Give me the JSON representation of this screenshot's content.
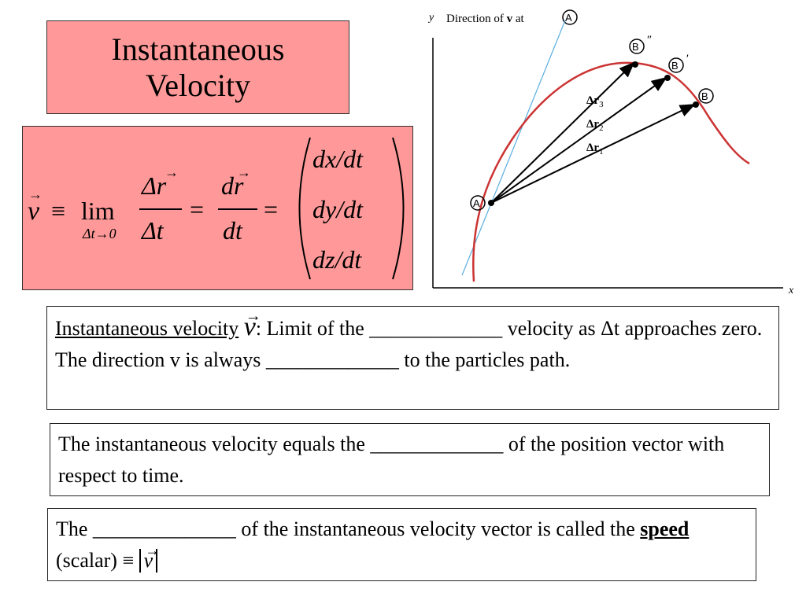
{
  "slide": {
    "title": "Instantaneous Velocity",
    "formula": {
      "v": "v",
      "equiv": "≡",
      "lim": "lim",
      "lim_sub": "Δt→0",
      "num1": "Δr",
      "den1": "Δt",
      "num2": "dr",
      "den2": "dt",
      "eq": "=",
      "row1": "dx/dt",
      "row2": "dy/dt",
      "row3": "dz/dt"
    },
    "graph": {
      "y_axis": "y",
      "x_axis": "x",
      "direction_label": "Direction of",
      "direction_bold": "v",
      "direction_at": "at",
      "point_A": "A",
      "point_B": "B",
      "B1_mark": "′",
      "B2_mark": "″",
      "dr1": "Δr",
      "dr1_sub": "1",
      "dr2": "Δr",
      "dr2_sub": "2",
      "dr3": "Δr",
      "dr3_sub": "3",
      "curve_color": "#cc3333",
      "tangent_color": "#5aaee0"
    },
    "box1": {
      "label": "Instantaneous velocity",
      "v_sym": "v",
      "text": ": Limit of the _____________ velocity as Δt approaches zero.  The direction v is always _____________ to the particles path."
    },
    "box2": {
      "text": "The instantaneous velocity equals the _____________ of the position vector with respect to time."
    },
    "box3": {
      "pre": "The ______________ of the instantaneous velocity vector is called the",
      "speed": "speed",
      "post": "(scalar)",
      "v_sym": "v",
      "equiv": "≡"
    }
  }
}
